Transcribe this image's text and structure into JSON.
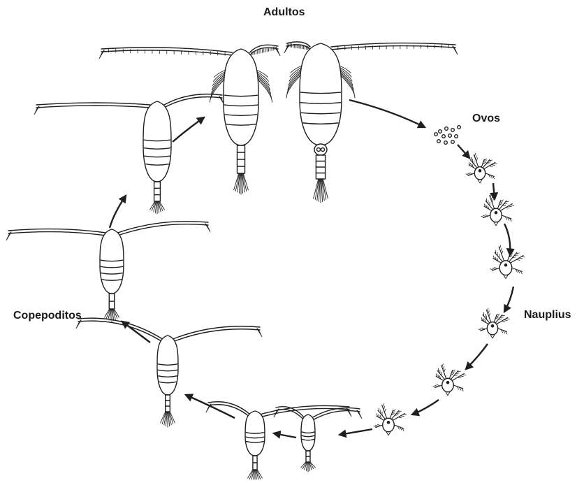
{
  "labels": {
    "adultos": "Adultos",
    "ovos": "Ovos",
    "nauplius": "Nauplius",
    "copepoditos": "Copepoditos"
  },
  "stages": [
    {
      "id": "eggs",
      "name": "eggs"
    },
    {
      "id": "nauplius-1",
      "name": "nauplius"
    },
    {
      "id": "nauplius-2",
      "name": "nauplius"
    },
    {
      "id": "nauplius-3",
      "name": "nauplius"
    },
    {
      "id": "nauplius-4",
      "name": "nauplius"
    },
    {
      "id": "nauplius-5",
      "name": "nauplius"
    },
    {
      "id": "nauplius-6",
      "name": "nauplius"
    },
    {
      "id": "copepodite-1",
      "name": "copepodite"
    },
    {
      "id": "copepodite-2",
      "name": "copepodite"
    },
    {
      "id": "copepodite-3",
      "name": "copepodite"
    },
    {
      "id": "copepodite-4",
      "name": "copepodite"
    },
    {
      "id": "copepodite-5",
      "name": "copepodite"
    },
    {
      "id": "adult-male",
      "name": "adult"
    },
    {
      "id": "adult-female",
      "name": "adult"
    }
  ],
  "colors": {
    "ink": "#1f1f1f",
    "background": "#ffffff"
  }
}
